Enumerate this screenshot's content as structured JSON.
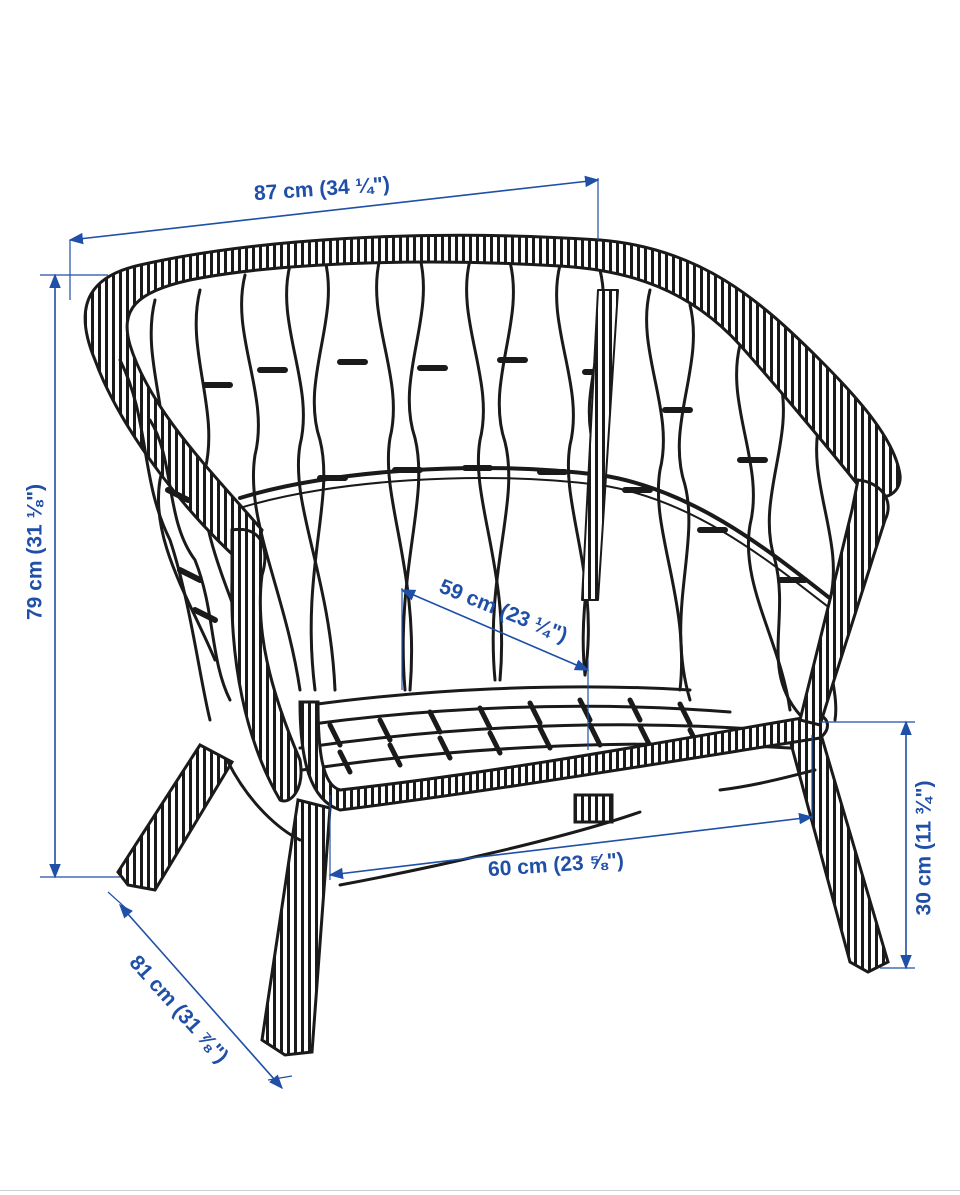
{
  "colors": {
    "dimension": "#1f4fa6",
    "linework": "#1a1a1a",
    "background": "#ffffff"
  },
  "dimensions": {
    "width": "87 cm (34 ¼\")",
    "height": "79 cm (31 ⅛\")",
    "seat_depth": "59 cm (23 ¼\")",
    "seat_width": "60 cm (23 ⅝\")",
    "seat_height": "30 cm (11 ¾\")",
    "depth": "81 cm (31 ⅞\")"
  }
}
